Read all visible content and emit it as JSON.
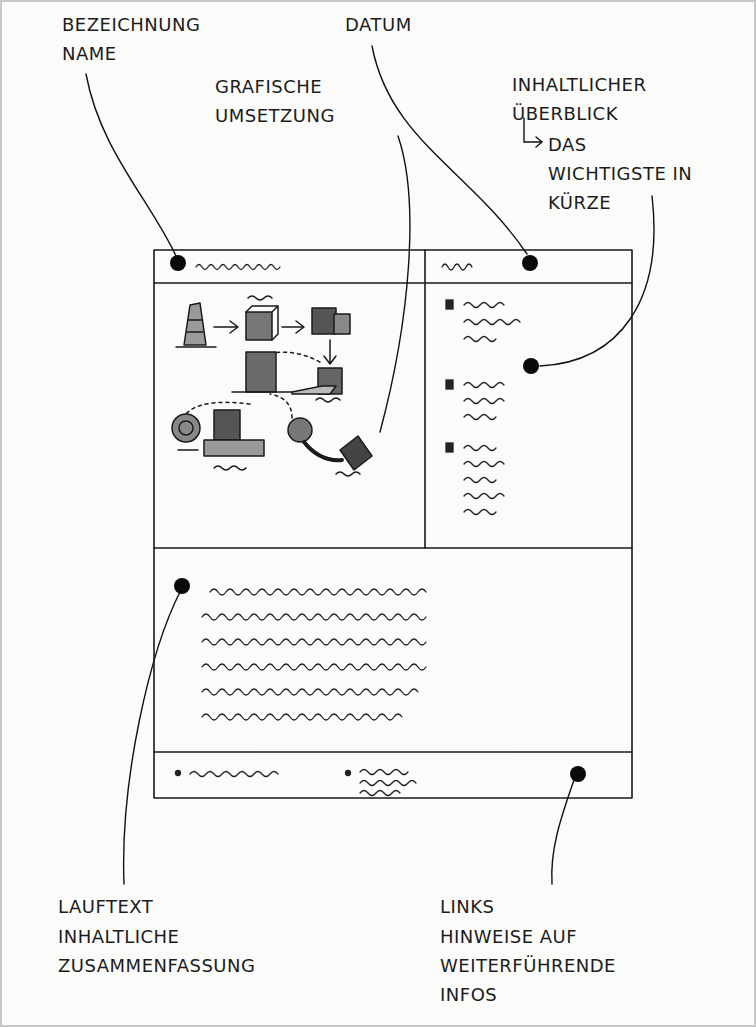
{
  "diagram": {
    "labels": [
      "BEZEICHNUNG NAME",
      "DATUM",
      "GRAFISCHE UMSETZUNG",
      "INHALTLICHER ÜBERBLICK",
      "DAS WICHTIGSTE IN KÜRZE",
      "LAUFTEXT",
      "INHALTLICHE ZUSAMMENFASSUNG",
      "LINKS",
      "HINWEISE AUF WEITERFÜHRENDE INFOS"
    ]
  }
}
